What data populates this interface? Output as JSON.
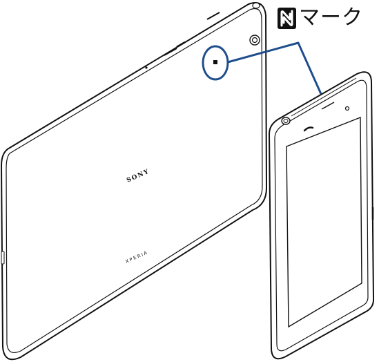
{
  "callout": {
    "label": "マーク",
    "icon": "nfc-n-mark-icon"
  },
  "tablet": {
    "brand": "SONY",
    "series": "XPERIA"
  },
  "colors": {
    "outline": "#111111",
    "callout_line": "#1f4e8c",
    "background": "#ffffff"
  }
}
